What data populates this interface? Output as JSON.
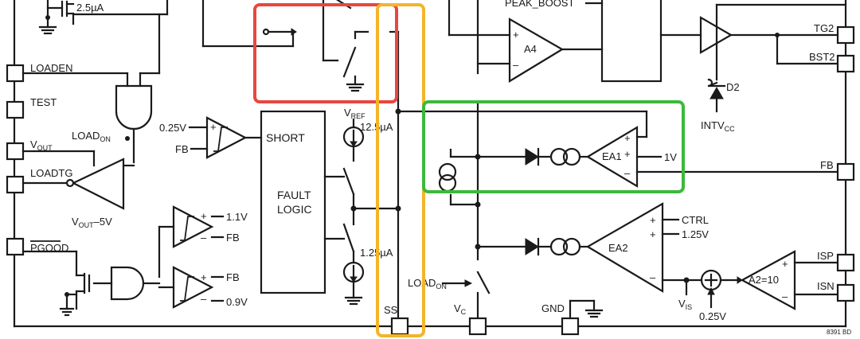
{
  "pins": {
    "loaden": "LOADEN",
    "test": "TEST",
    "vout": "V",
    "vout_sub": "OUT",
    "loadtg": "LOADTG",
    "pgood": "PGOOD",
    "ss": "SS",
    "vc": "V",
    "vc_sub": "C",
    "gnd": "GND",
    "tg2": "TG2",
    "bst2": "BST2",
    "fb": "FB",
    "isp": "ISP",
    "isn": "ISN"
  },
  "labels": {
    "current_2p5": "2.5µA",
    "peak_boost": "PEAK_BOOST",
    "a4": "A4",
    "d2": "D2",
    "intvcc": "INTV",
    "intvcc_sub": "CC",
    "load_on_left": "LOAD",
    "load_on_left_sub": "ON",
    "v025": "0.25V",
    "fb_left": "FB",
    "short": "SHORT",
    "fault": "FAULT",
    "logic": "LOGIC",
    "vref": "V",
    "vref_sub": "REF",
    "i_12p5": "12.5µA",
    "i_1p25": "1.25µA",
    "ea1": "EA1",
    "v1": "1V",
    "vout_minus": "V",
    "vout_minus_sub": "OUT",
    "vout_minus_tail": "–5V",
    "v11": "1.1V",
    "fb_cmp1": "FB",
    "fb_cmp2": "FB",
    "v09": "0.9V",
    "ea2": "EA2",
    "ctrl": "CTRL",
    "v125": "1.25V",
    "a2": "A2=10",
    "vis": "V",
    "vis_sub": "IS",
    "v025_bottom": "0.25V",
    "load_on_bottom": "LOAD",
    "load_on_bottom_sub": "ON",
    "plus": "+",
    "minus": "–",
    "part_code": "8391 BD"
  },
  "highlights": {
    "red": "#e8473f",
    "yellow": "#f4b42a",
    "green": "#3cb93c"
  }
}
